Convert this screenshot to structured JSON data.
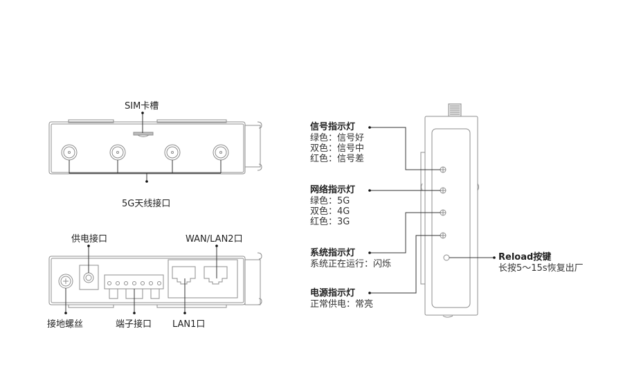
{
  "front_panel": {
    "sim_slot": "SIM卡槽",
    "antenna": "5G天线接口"
  },
  "rear_panel": {
    "power": "供电接口",
    "wan_lan2": "WAN/LAN2口",
    "ground_screw": "接地螺丝",
    "terminal": "端子接口",
    "lan1": "LAN1口"
  },
  "side_panel": {
    "indicators": [
      {
        "title": "信号指示灯",
        "lines": [
          "绿色：信号好",
          "双色：信号中",
          "红色：信号差"
        ]
      },
      {
        "title": "网络指示灯",
        "lines": [
          "绿色：5G",
          "双色：4G",
          "红色：3G"
        ]
      },
      {
        "title": "系统指示灯",
        "lines": [
          "系统正在运行：闪烁"
        ]
      },
      {
        "title": "电源指示灯",
        "lines": [
          "正常供电：常亮"
        ]
      }
    ],
    "reload": {
      "title": "Reload按键",
      "desc": "长按5～15s恢复出厂"
    }
  },
  "colors": {
    "stroke": "#8c8c8c",
    "leader": "#333333"
  }
}
